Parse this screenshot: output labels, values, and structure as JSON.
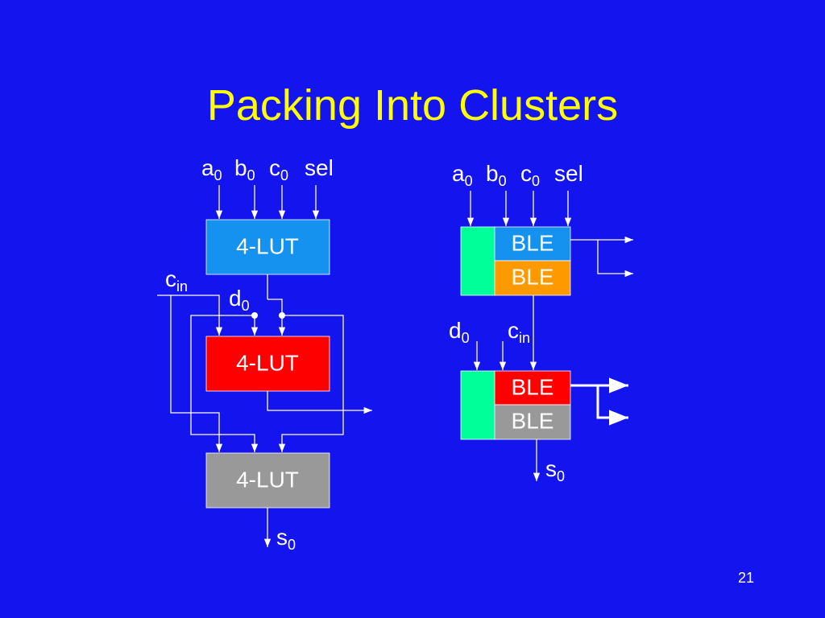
{
  "title": "Packing Into Clusters",
  "page_number": "21",
  "colors": {
    "background": "#1414ee",
    "title": "#ffff00",
    "lut_top": "#1591f0",
    "lut_middle": "#ff0000",
    "lut_bottom": "#999999",
    "ble_blue": "#1591f0",
    "ble_orange": "#ff9900",
    "ble_red": "#ff0000",
    "ble_gray": "#999999",
    "cluster_green": "#00ff99"
  },
  "left": {
    "inputs": [
      {
        "base": "a",
        "sub": "0"
      },
      {
        "base": "b",
        "sub": "0"
      },
      {
        "base": "c",
        "sub": "0"
      },
      {
        "base": "sel",
        "sub": ""
      }
    ],
    "cin": {
      "base": "c",
      "sub": "in"
    },
    "d0": {
      "base": "d",
      "sub": "0"
    },
    "lut_top": "4-LUT",
    "lut_middle": "4-LUT",
    "lut_bottom": "4-LUT",
    "output": {
      "base": "s",
      "sub": "0"
    }
  },
  "right": {
    "inputs": [
      {
        "base": "a",
        "sub": "0"
      },
      {
        "base": "b",
        "sub": "0"
      },
      {
        "base": "c",
        "sub": "0"
      },
      {
        "base": "sel",
        "sub": ""
      }
    ],
    "cluster1": {
      "ble_top": "BLE",
      "ble_bottom": "BLE"
    },
    "d0": {
      "base": "d",
      "sub": "0"
    },
    "cin": {
      "base": "c",
      "sub": "in"
    },
    "cluster2": {
      "ble_top": "BLE",
      "ble_bottom": "BLE"
    },
    "output": {
      "base": "s",
      "sub": "0"
    }
  }
}
